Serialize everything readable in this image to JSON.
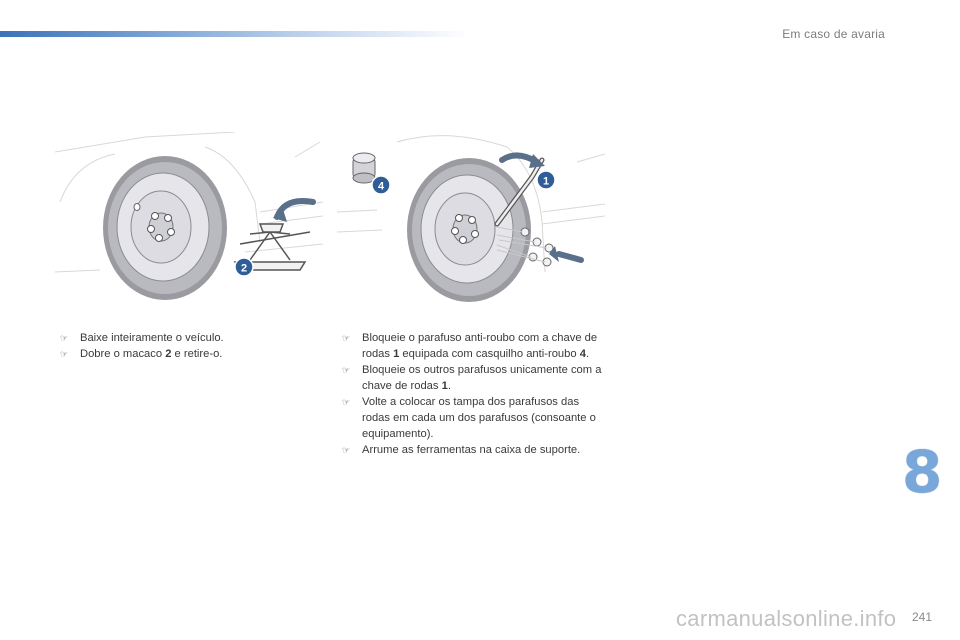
{
  "header": {
    "section_title": "Em caso de avaria"
  },
  "figures": {
    "left": {
      "callouts": [
        "2"
      ]
    },
    "right": {
      "callouts": [
        "4",
        "1"
      ]
    }
  },
  "left_column": {
    "items": [
      {
        "text": "Baixe inteiramente o veículo."
      },
      {
        "pre": "Dobre o macaco ",
        "bold": "2",
        "post": " e retire-o."
      }
    ]
  },
  "right_column": {
    "items": [
      {
        "pre": "Bloqueie o parafuso anti-roubo com a chave de rodas ",
        "bold": "1",
        "mid": " equipada com casquilho anti-roubo ",
        "bold2": "4",
        "post": "."
      },
      {
        "pre": "Bloqueie os outros parafusos unicamente com a chave de rodas ",
        "bold": "1",
        "post": "."
      },
      {
        "text": "Volte a colocar os tampa dos parafusos das rodas em cada um dos parafusos (consoante o equipamento)."
      },
      {
        "text": "Arrume as ferramentas na caixa de suporte."
      }
    ]
  },
  "chapter_number": "8",
  "page_number": "241",
  "watermark": "carmanualsonline.info",
  "colors": {
    "accent": "#3b73b9",
    "chapter": "#7aa7da",
    "callout": "#2f5d97"
  },
  "icons": {
    "bullet": "hand-pointer-icon"
  }
}
